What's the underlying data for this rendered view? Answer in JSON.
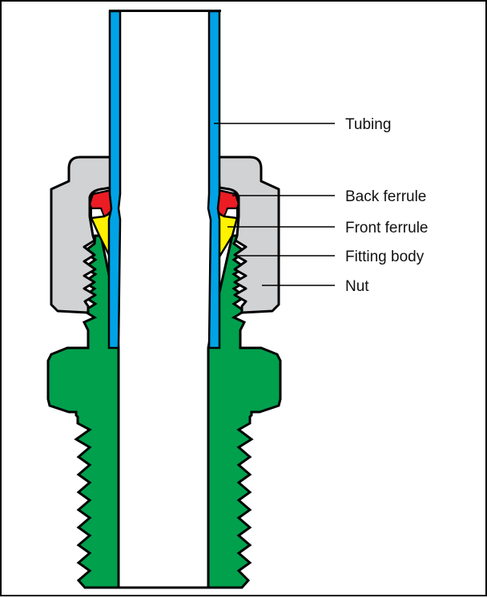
{
  "diagram": {
    "type": "cross-section",
    "subject": "Compression tube fitting",
    "colors": {
      "tubing": "#00a3e6",
      "nut": "#d1d2d4",
      "fitting_body": "#00a04d",
      "back_ferrule": "#ec1c24",
      "front_ferrule": "#fff200",
      "outline": "#000000",
      "background": "#ffffff"
    },
    "labels": [
      {
        "id": "tubing",
        "text": "Tubing"
      },
      {
        "id": "back-ferrule",
        "text": "Back ferrule"
      },
      {
        "id": "front-ferrule",
        "text": "Front ferrule"
      },
      {
        "id": "fitting-body",
        "text": "Fitting body"
      },
      {
        "id": "nut",
        "text": "Nut"
      }
    ]
  }
}
